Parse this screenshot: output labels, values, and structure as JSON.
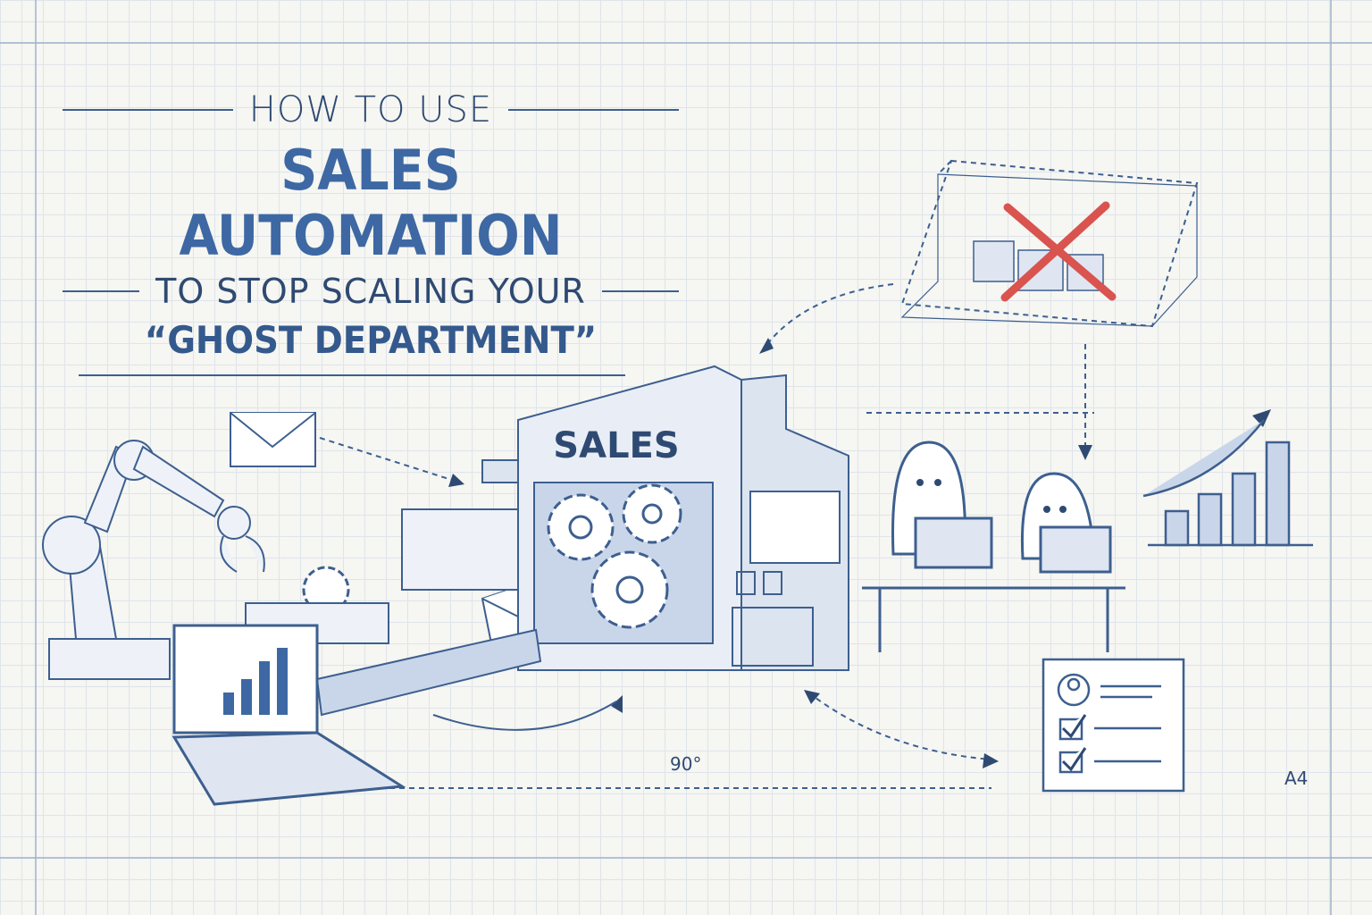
{
  "title": {
    "line1": "HOW TO USE",
    "line2": "SALES AUTOMATION",
    "line3": "TO STOP SCALING YOUR",
    "line4": "“GHOST DEPARTMENT”"
  },
  "illustration": {
    "building_sign": "SALES",
    "angle_label": "90°",
    "paper_label": "A4"
  },
  "colors": {
    "ink": "#2f4a72",
    "accent": "#3d68a3",
    "cross": "#d9534f",
    "paper": "#f6f6f2"
  }
}
